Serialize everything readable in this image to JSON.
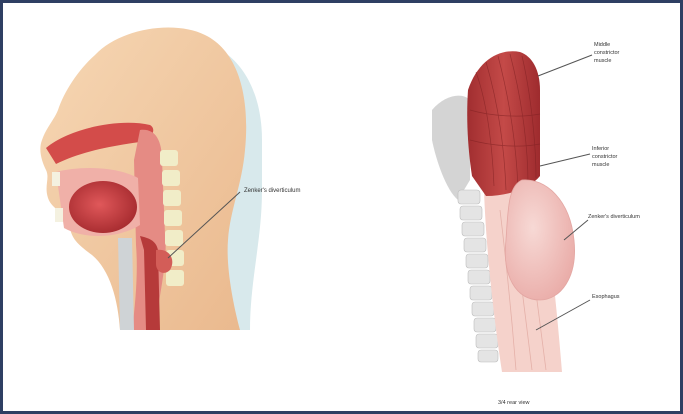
{
  "labels": {
    "zenker_left": "Zenker's diverticulum",
    "middle_constrictor": [
      "Middle",
      "constrictor",
      "muscle"
    ],
    "inferior_constrictor": [
      "Inferior",
      "constrictor",
      "muscle"
    ],
    "zenker_right": "Zenker's diverticulum",
    "esophagus": "Esophagus",
    "view_caption": "3/4 rear view"
  },
  "colors": {
    "frame": "#2f3f63",
    "skin": "#f2c9a2",
    "skin_shadow": "#d8e9ec",
    "muscle_red": "#b63a3a",
    "tissue_pink": "#f3c8c3",
    "cartilage": "#f1edc8",
    "bone_gray": "#d0d0d0",
    "leader_line": "#555555"
  }
}
